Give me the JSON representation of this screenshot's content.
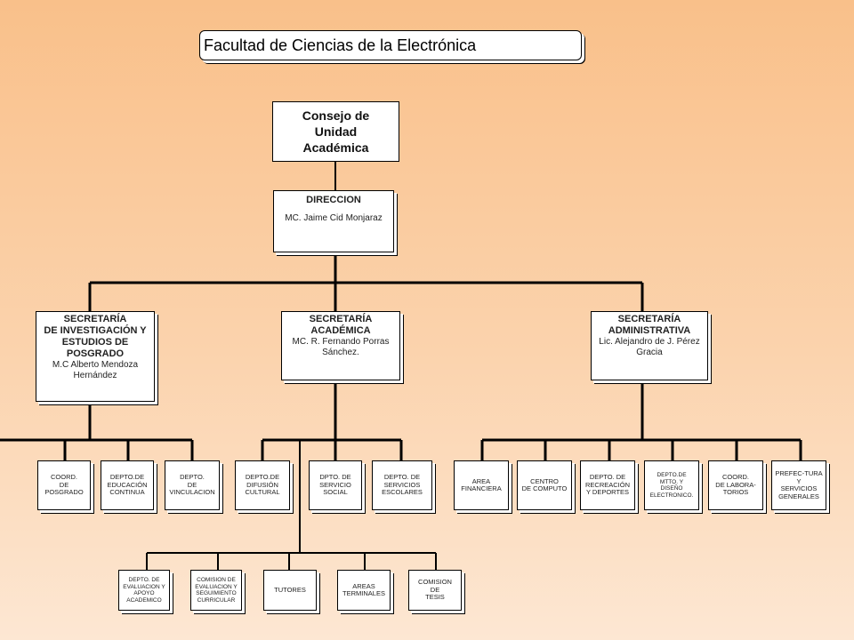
{
  "title": "Facultad de Ciencias de la Electrónica",
  "consejo": "Consejo de\nUnidad\nAcadémica",
  "direccion": {
    "title": "DIRECCION",
    "name": "MC. Jaime Cid Monjaraz"
  },
  "secretarias": [
    {
      "title": "SECRETARÍA\nDE INVESTIGACIÓN Y\nESTUDIOS DE\nPOSGRADO",
      "name": "M.C Alberto Mendoza\nHernández"
    },
    {
      "title": "SECRETARÍA\nACADÉMICA",
      "name": "MC. R. Fernando Porras\nSánchez."
    },
    {
      "title": "SECRETARÍA\nADMINISTRATIVA",
      "name": "Lic. Alejandro de J. Pérez\nGracia"
    }
  ],
  "investigacion_deptos": [
    "COORD.\nDE\nPOSGRADO",
    "DEPTO.DE\nEDUCACIÓN\nCONTINUA",
    "DEPTO.\nDE\nVINCULACION"
  ],
  "academica_deptos": [
    "DEPTO.DE\nDIFUSIÓN\nCULTURAL",
    "DPTO. DE\nSERVICIO\nSOCIAL",
    "DEPTO. DE\nSERVICIOS\nESCOLARES"
  ],
  "administrativa_deptos": [
    "AREA\nFINANCIERA",
    "CENTRO\nDE COMPUTO",
    "DEPTO. DE\nRECREACIÓN\nY DEPORTES",
    "DEPTO.DE\nMTTO. Y\nDISEÑO\nELECTRONICO.",
    "COORD.\nDE LABORA-\nTORIOS",
    "PREFEC-TURA\nY\nSERVICIOS\nGENERALES"
  ],
  "comisiones": [
    "DEPTO. DE\nEVALUACION Y\nAPOYO\nACADEMICO",
    "COMISION DE\nEVALUACION Y\nSEGUIMIENTO\nCURRICULAR",
    "TUTORES",
    "AREAS\nTERMINALES",
    "COMISION\nDE\nTESIS"
  ]
}
